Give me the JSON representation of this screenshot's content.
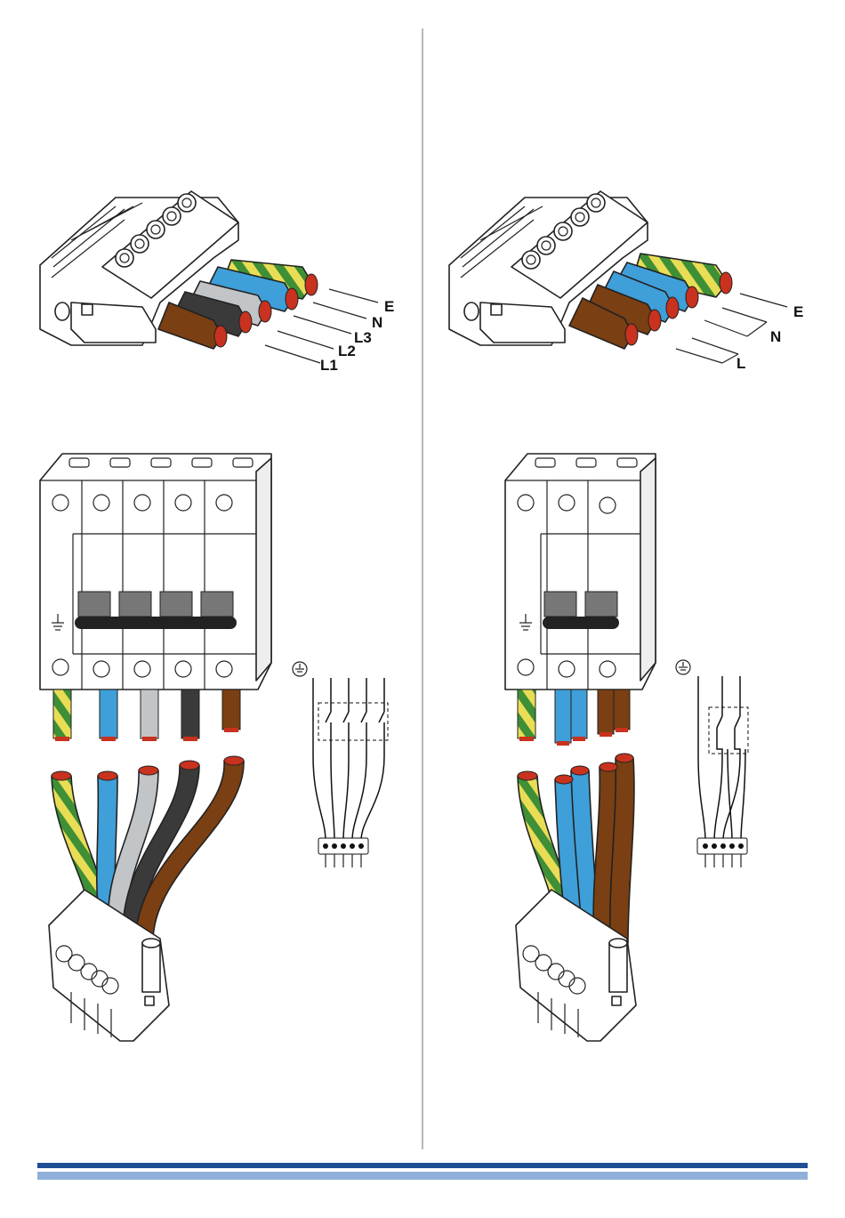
{
  "colors": {
    "brown": "#7a3f12",
    "blue": "#3f9fd8",
    "grey": "#c2c5c8",
    "black": "#3a3a3a",
    "yellow": "#e9dd55",
    "green": "#3f8f36",
    "copper": "#c8321e",
    "rule_dark": "#1f4e95",
    "rule_light": "#8fb0da"
  },
  "left_panel": {
    "terminal_labels": [
      "E",
      "N",
      "L3",
      "L2",
      "L1"
    ],
    "breaker_poles": 5
  },
  "right_panel": {
    "terminal_labels": [
      "E",
      "N",
      "L"
    ],
    "breaker_poles": 3
  },
  "icons": [
    "ground-symbol-icon",
    "switch-schematic-icon",
    "connector-plug-icon",
    "terminal-screw-icon"
  ]
}
